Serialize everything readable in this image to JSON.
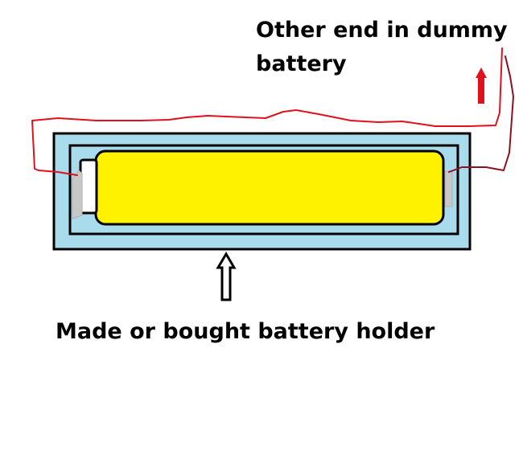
{
  "labels": {
    "dummy_line1": "Other end in dummy",
    "dummy_line2": "battery",
    "holder": "Made or bought battery holder"
  },
  "colors": {
    "holder_fill": "#a8dcec",
    "battery_fill": "#fff200",
    "outline": "#000000",
    "contact": "#c8c8c8",
    "wire_red": "#e0101c",
    "wire_dark": "#8b1020",
    "background": "#ffffff"
  },
  "icons": {
    "up_arrow_red": "up-arrow-red-icon",
    "up_arrow_hollow": "up-arrow-hollow-icon"
  }
}
